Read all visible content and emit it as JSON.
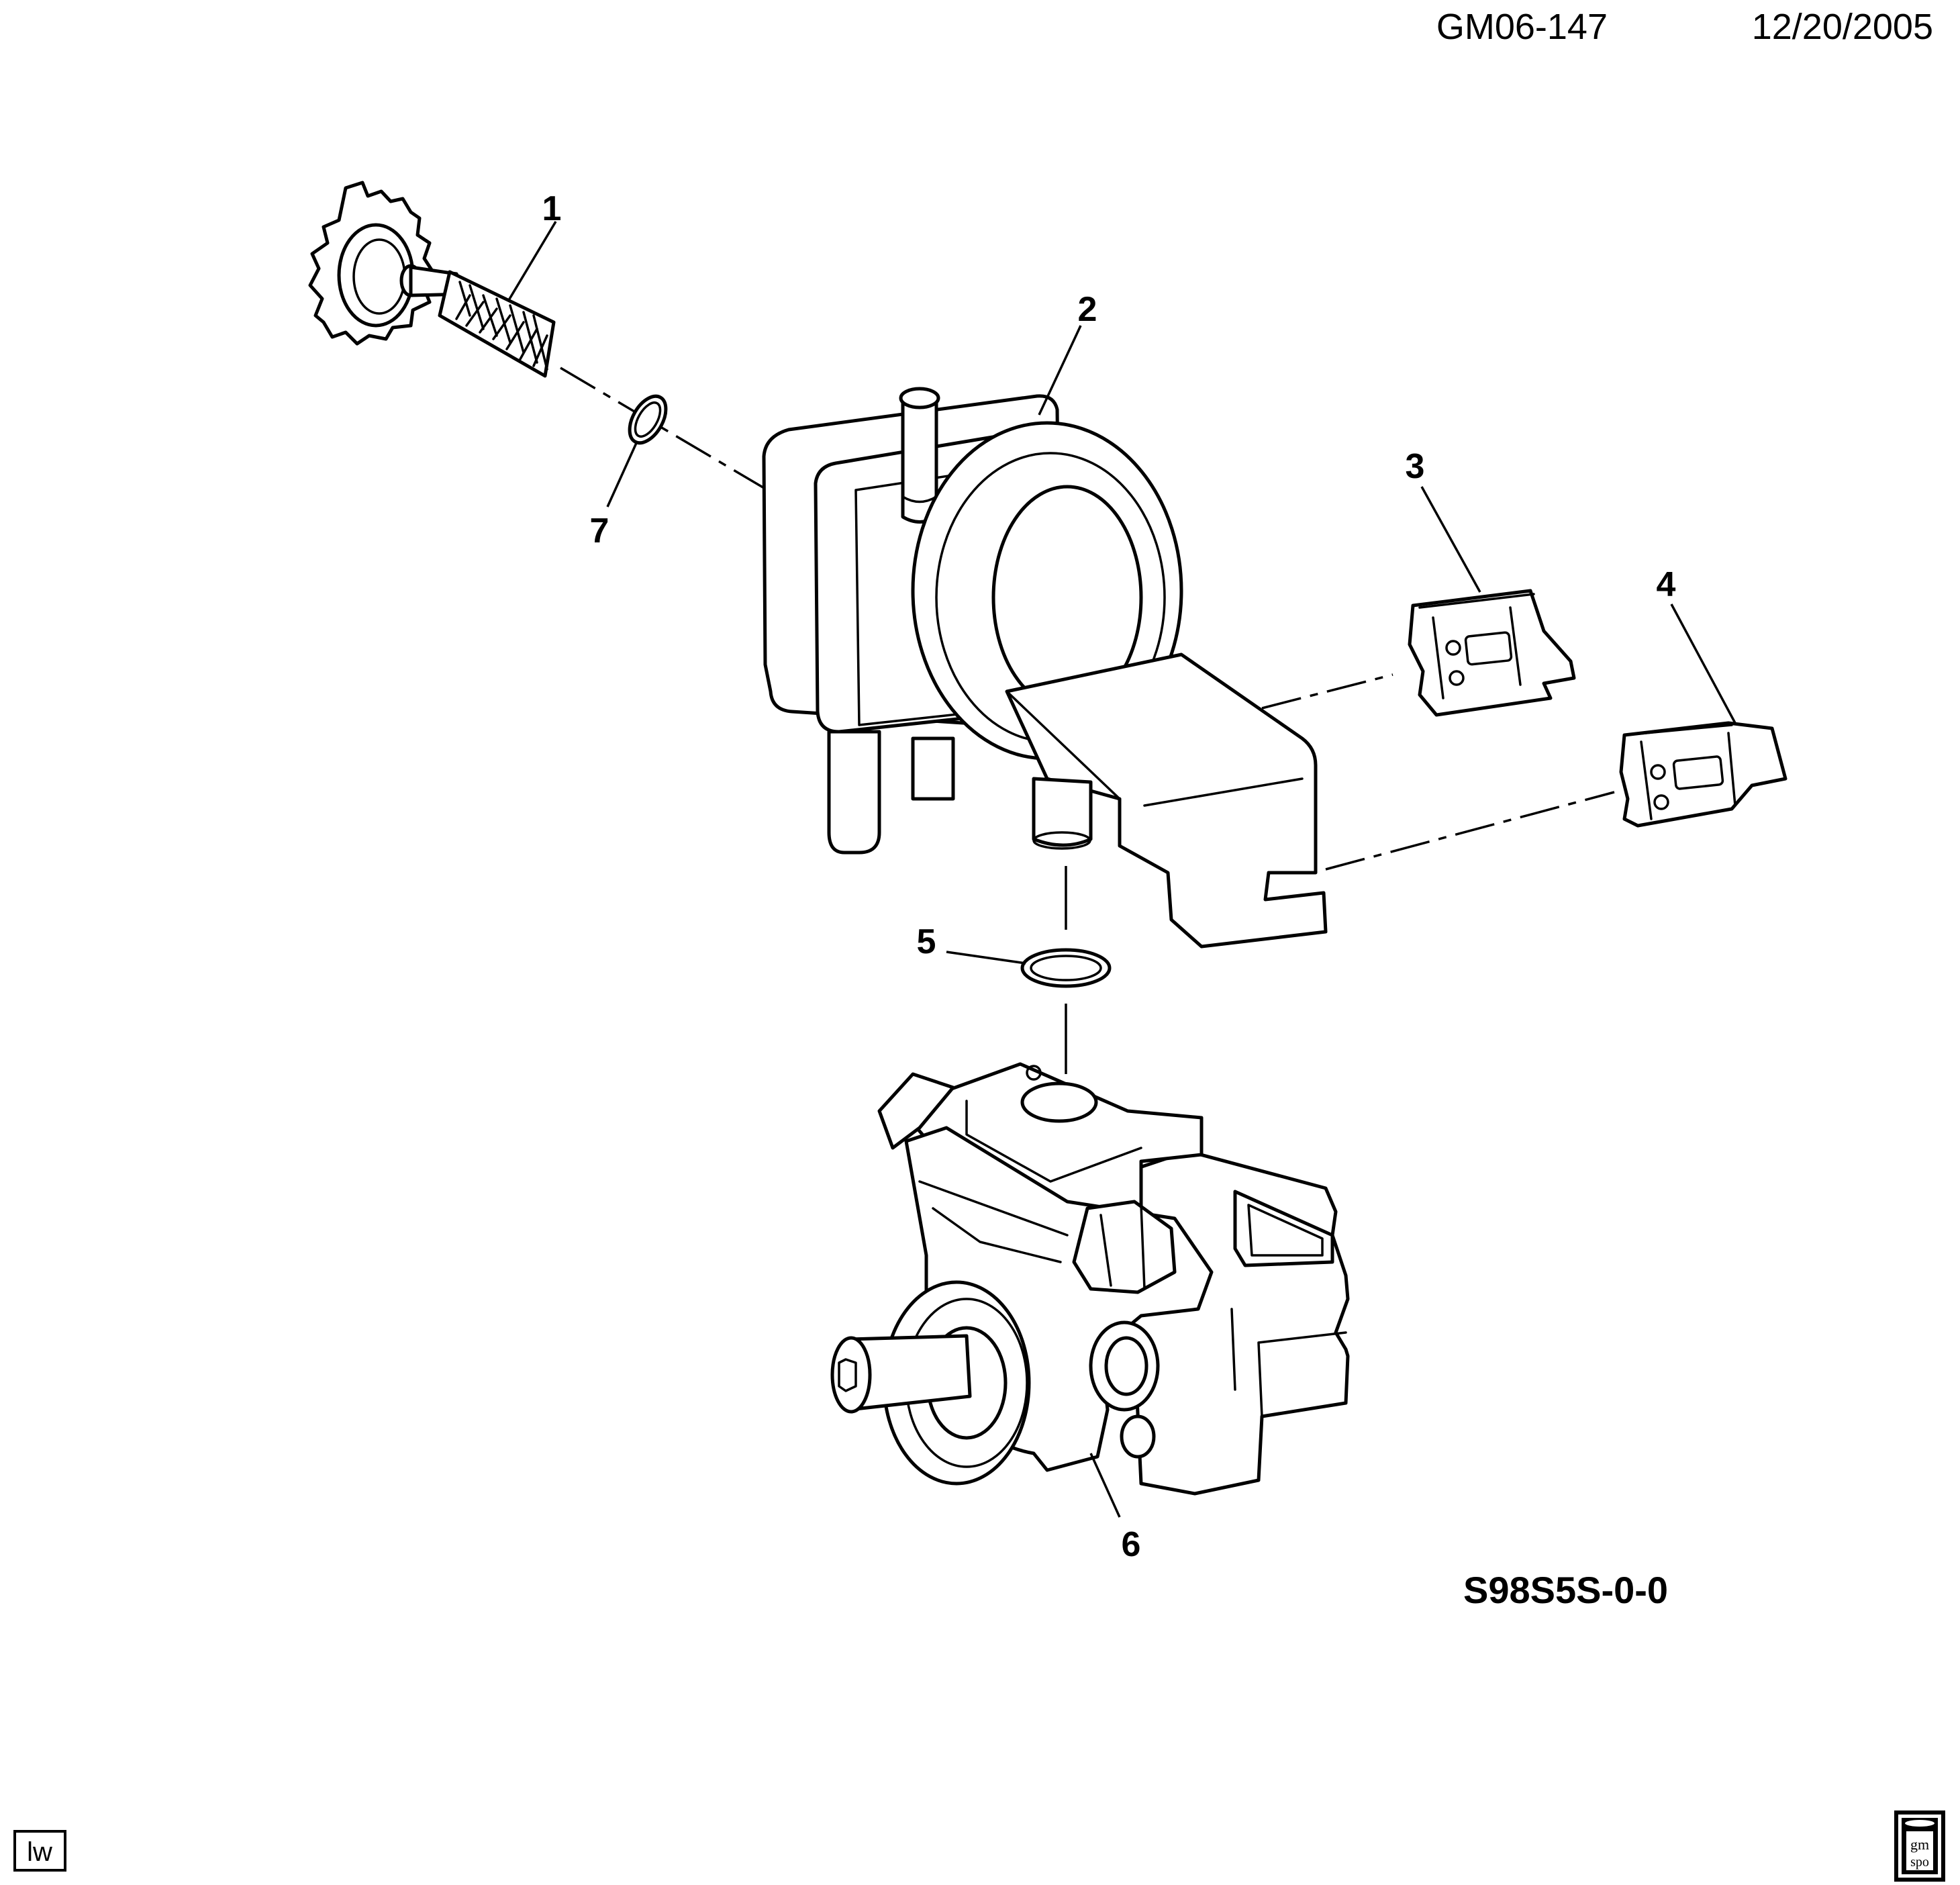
{
  "header": {
    "drawing_id": "GM06-147",
    "date": "12/20/2005"
  },
  "diagram_code": "S98S5S-0-0",
  "corner_tag": "lw",
  "logo_text": {
    "line1": "gm",
    "line2": "spo"
  },
  "callouts": [
    {
      "id": "1",
      "label": "1"
    },
    {
      "id": "2",
      "label": "2"
    },
    {
      "id": "3",
      "label": "3"
    },
    {
      "id": "4",
      "label": "4"
    },
    {
      "id": "5",
      "label": "5"
    },
    {
      "id": "6",
      "label": "6"
    },
    {
      "id": "7",
      "label": "7"
    }
  ]
}
